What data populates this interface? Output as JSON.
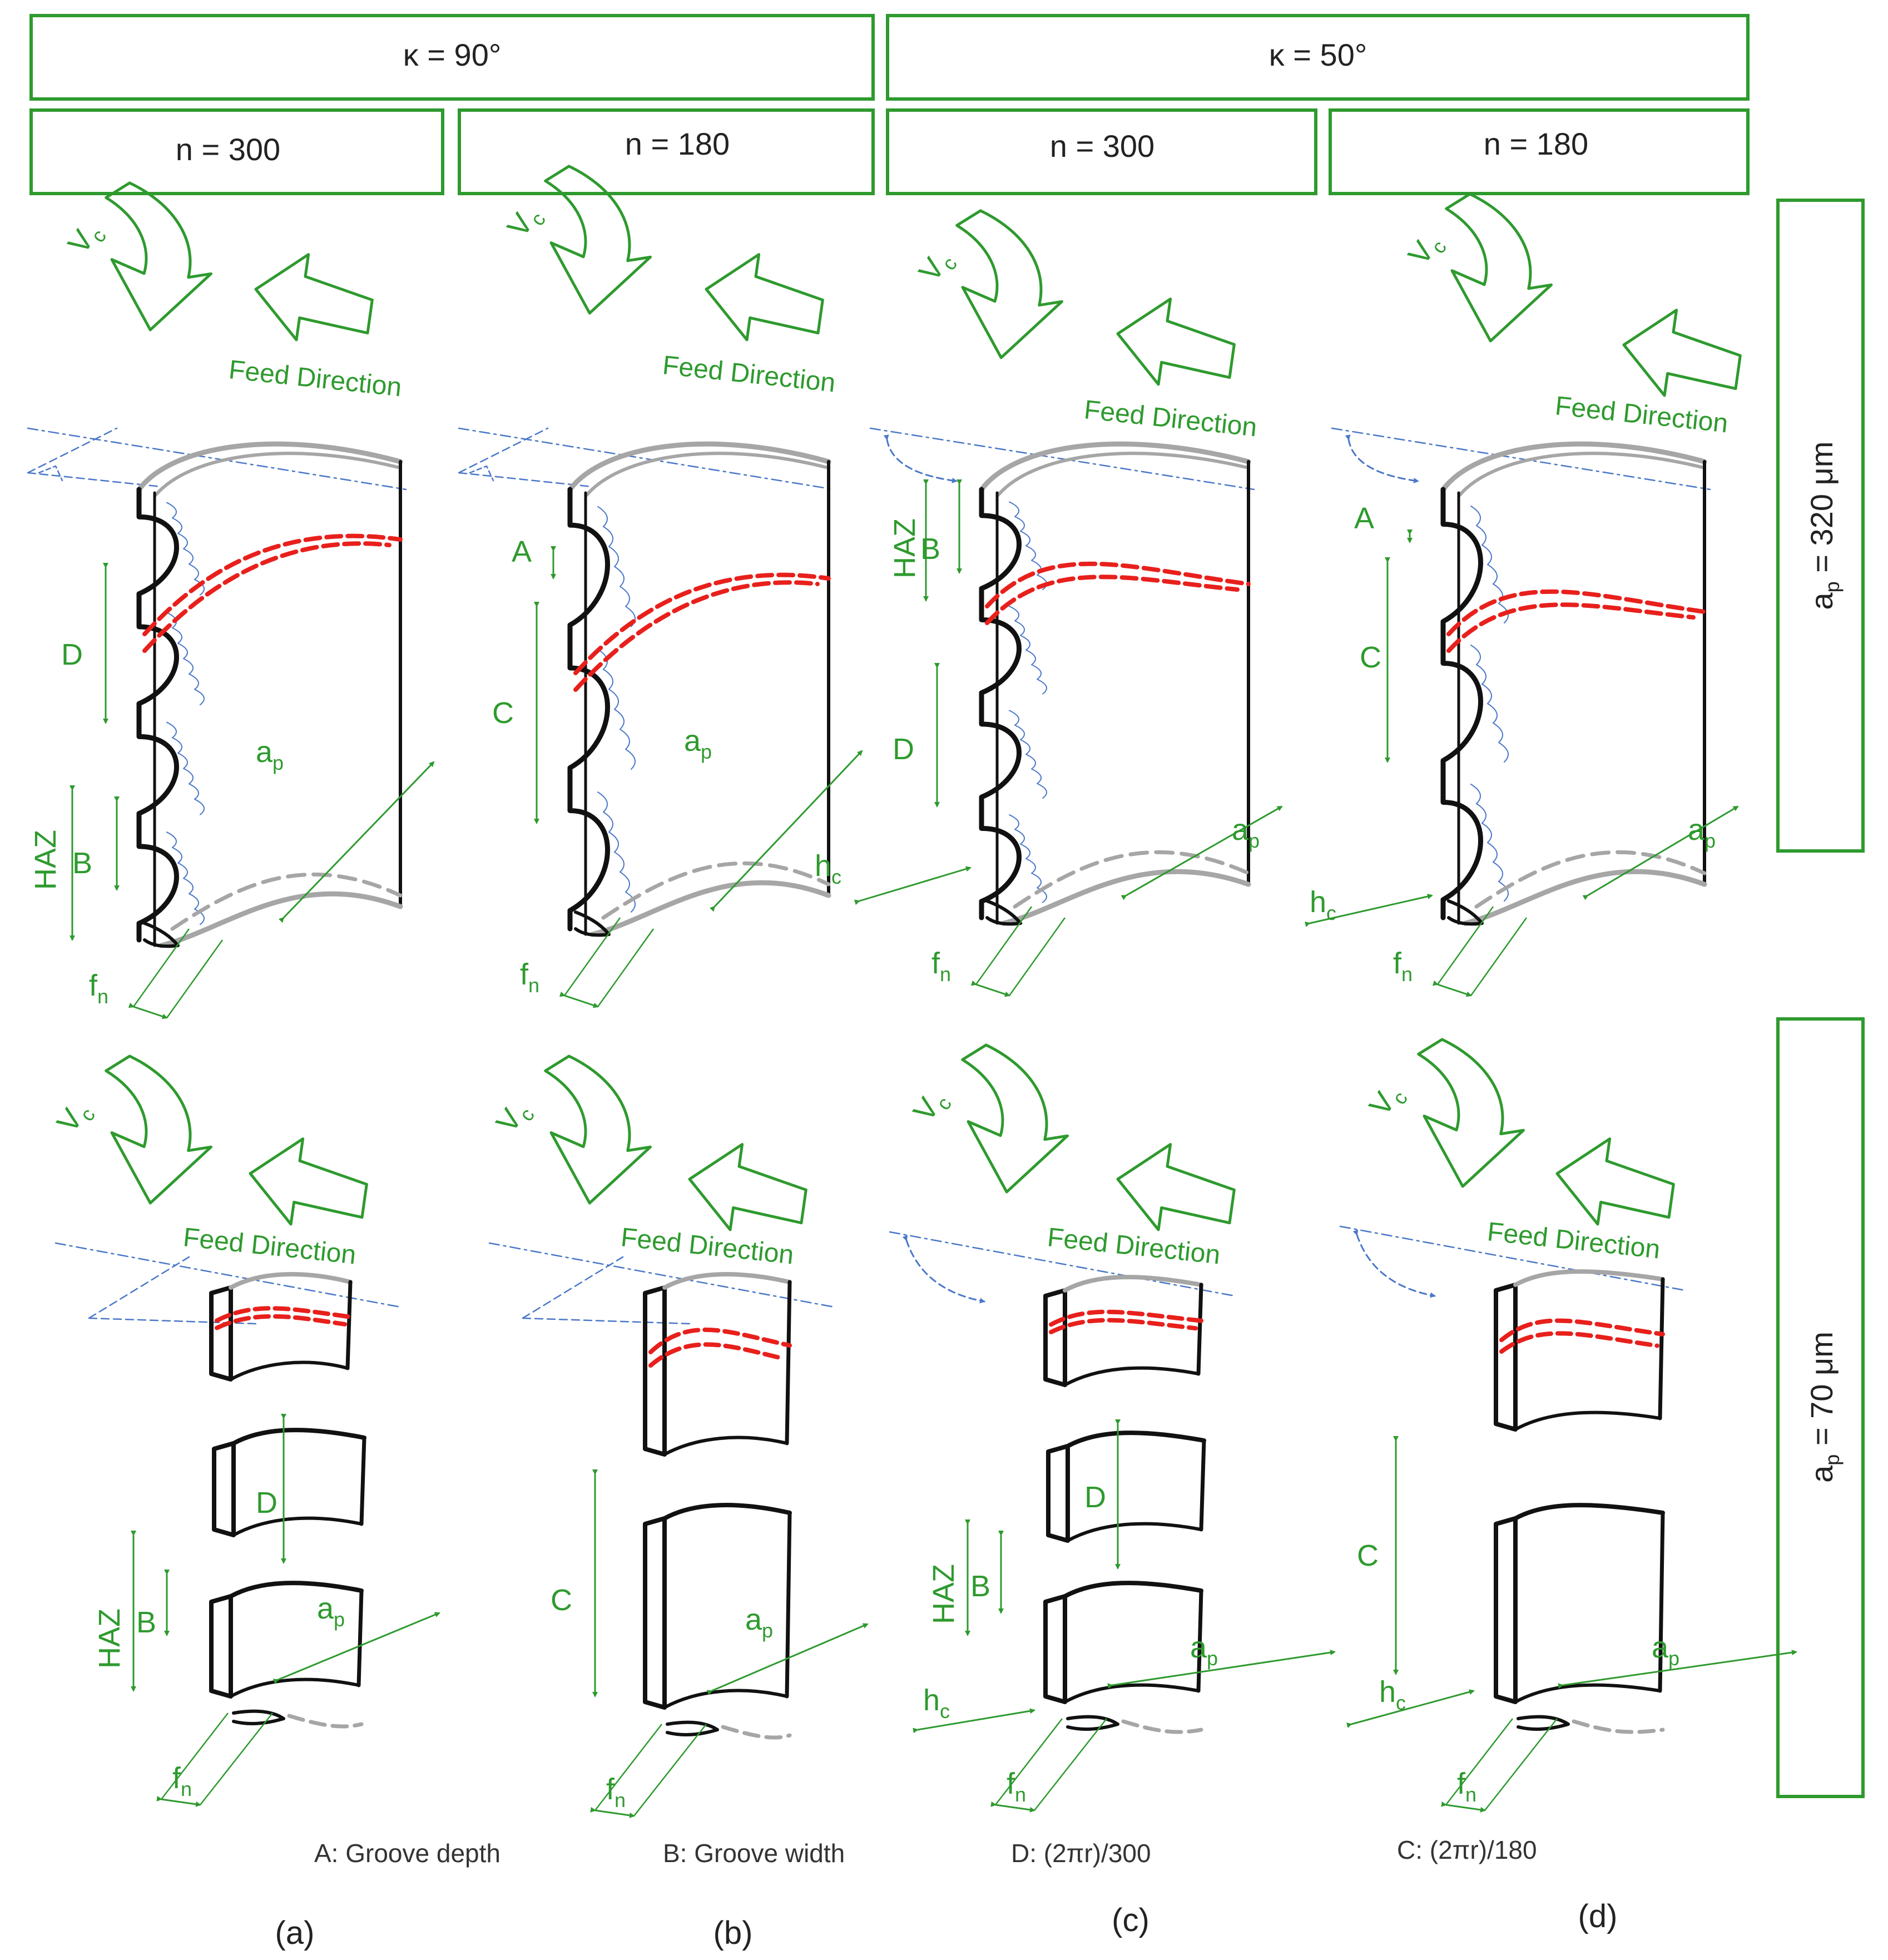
{
  "headers": {
    "kappa_90": "κ = 90°",
    "kappa_50": "κ = 50°",
    "n_a": "n = 300",
    "n_b": "n = 180",
    "n_c": "n = 300",
    "n_d": "n = 180"
  },
  "rows": {
    "top": {
      "main": "a",
      "sub": "p",
      "rest": " = 320 μm"
    },
    "bottom": {
      "main": "a",
      "sub": "p",
      "rest": " = 70 μm"
    }
  },
  "labels": {
    "feed_direction": "Feed Direction",
    "vc_main": "V",
    "vc_sub": "c",
    "ap_main": "a",
    "ap_sub": "p",
    "hc_main": "h",
    "hc_sub": "c",
    "fn_main": "f",
    "fn_sub": "n",
    "haz": "HAZ",
    "A": "A",
    "B": "B",
    "C": "C",
    "D": "D"
  },
  "legend": {
    "a": "A: Groove depth",
    "b": "B: Groove width",
    "d": "D: (2πr)/300",
    "c": "C: (2πr)/180"
  },
  "captions": [
    "(a)",
    "(b)",
    "(c)",
    "(d)"
  ],
  "colors": {
    "box_border": "#2e9a2e",
    "annotation": "#2e9a2e",
    "red_dashed": "#e8201c",
    "chip_outline": "#111111",
    "gray_edge": "#a6a6a6",
    "blue_dash": "#4a78c8"
  }
}
